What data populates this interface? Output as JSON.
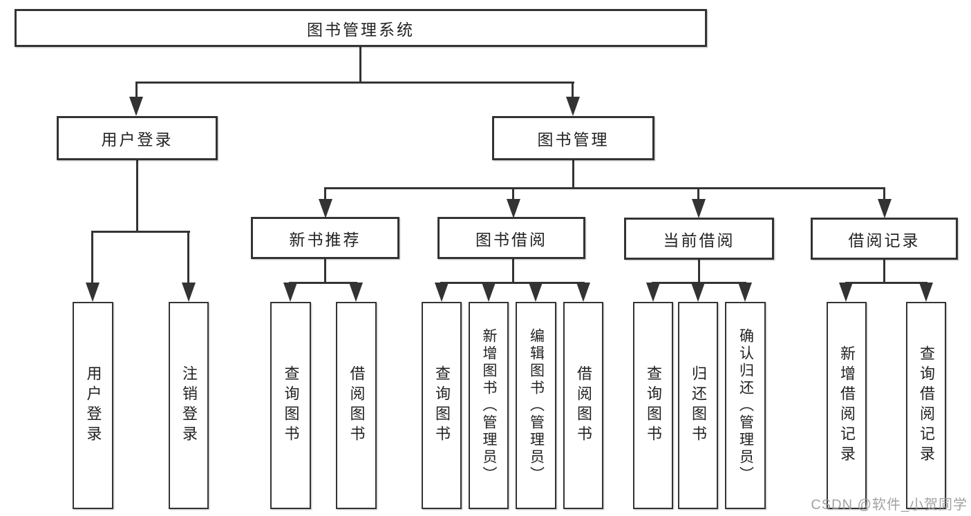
{
  "watermark": {
    "text": "CSDN @软件_小贺同学"
  },
  "colors": {
    "line": "#333333",
    "text": "#222222",
    "background": "#ffffff",
    "watermark": "#9b9b9b"
  },
  "tree": {
    "root": {
      "label": "图书管理系统"
    },
    "children": [
      {
        "label": "用户登录",
        "children": [
          {
            "label": "用户登录"
          },
          {
            "label": "注销登录"
          }
        ]
      },
      {
        "label": "图书管理",
        "children": [
          {
            "label": "新书推荐",
            "children": [
              {
                "label": "查询图书"
              },
              {
                "label": "借阅图书"
              }
            ]
          },
          {
            "label": "图书借阅",
            "children": [
              {
                "label": "查询图书"
              },
              {
                "label": "新增图书（管理员）"
              },
              {
                "label": "编辑图书（管理员）"
              },
              {
                "label": "借阅图书"
              }
            ]
          },
          {
            "label": "当前借阅",
            "children": [
              {
                "label": "查询图书"
              },
              {
                "label": "归还图书"
              },
              {
                "label": "确认归还（管理员）"
              }
            ]
          },
          {
            "label": "借阅记录",
            "children": [
              {
                "label": "新增借阅记录"
              },
              {
                "label": "查询借阅记录"
              }
            ]
          }
        ]
      }
    ]
  }
}
